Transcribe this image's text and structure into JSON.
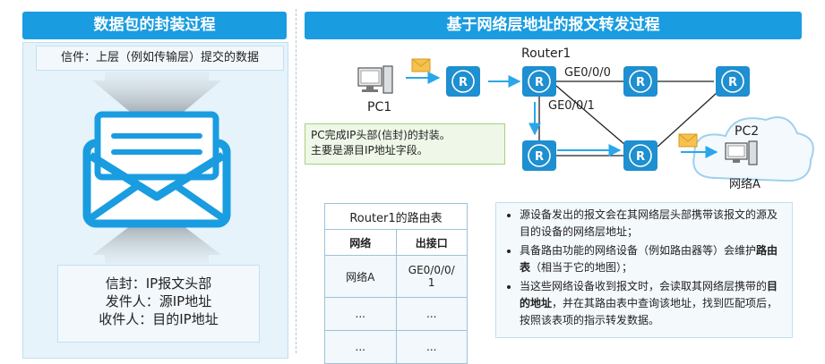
{
  "left": {
    "title": "数据包的封装过程",
    "letter_label": "信件：上层（例如传输层）提交的数据",
    "envelope_lines": [
      "信封：IP报文头部",
      "发件人：源IP地址",
      "收件人：目的IP地址"
    ]
  },
  "right": {
    "title": "基于网络层地址的报文转发过程",
    "router1_label": "Router1",
    "pc1_label": "PC1",
    "pc2_label": "PC2",
    "network_label": "网络A",
    "port1_label": "GE0/0/0",
    "port2_label": "GE0/0/1",
    "callout_lines": [
      "PC完成IP头部(信封)的封装。",
      "主要是源目IP地址字段。"
    ]
  },
  "routing_table": {
    "caption": "Router1的路由表",
    "headers": [
      "网络",
      "出接口"
    ],
    "rows": [
      [
        "网络A",
        "GE0/0/0/ 1"
      ],
      [
        "...",
        "..."
      ],
      [
        "...",
        "..."
      ]
    ]
  },
  "notes": [
    {
      "pre": "源设备发出的报文会在其网络层头部携带该报文的源及目的设备的网络层地址；",
      "bold": "",
      "post": ""
    },
    {
      "pre": "具备路由功能的网络设备（例如路由器等）会维护",
      "bold": "路由表",
      "post": "（相当于它的地图）；"
    },
    {
      "pre": "当这些网络设备收到报文时，会读取其网络层携带的",
      "bold": "目的地址",
      "post": "，并在其路由表中查询该地址，找到匹配项后，按照该表项的指示转发数据。"
    }
  ],
  "colors": {
    "accent": "#1a9ce0",
    "router": "#1e8fd0",
    "arrow": "#29a7e8",
    "callout_bg": "#eef7e8"
  }
}
